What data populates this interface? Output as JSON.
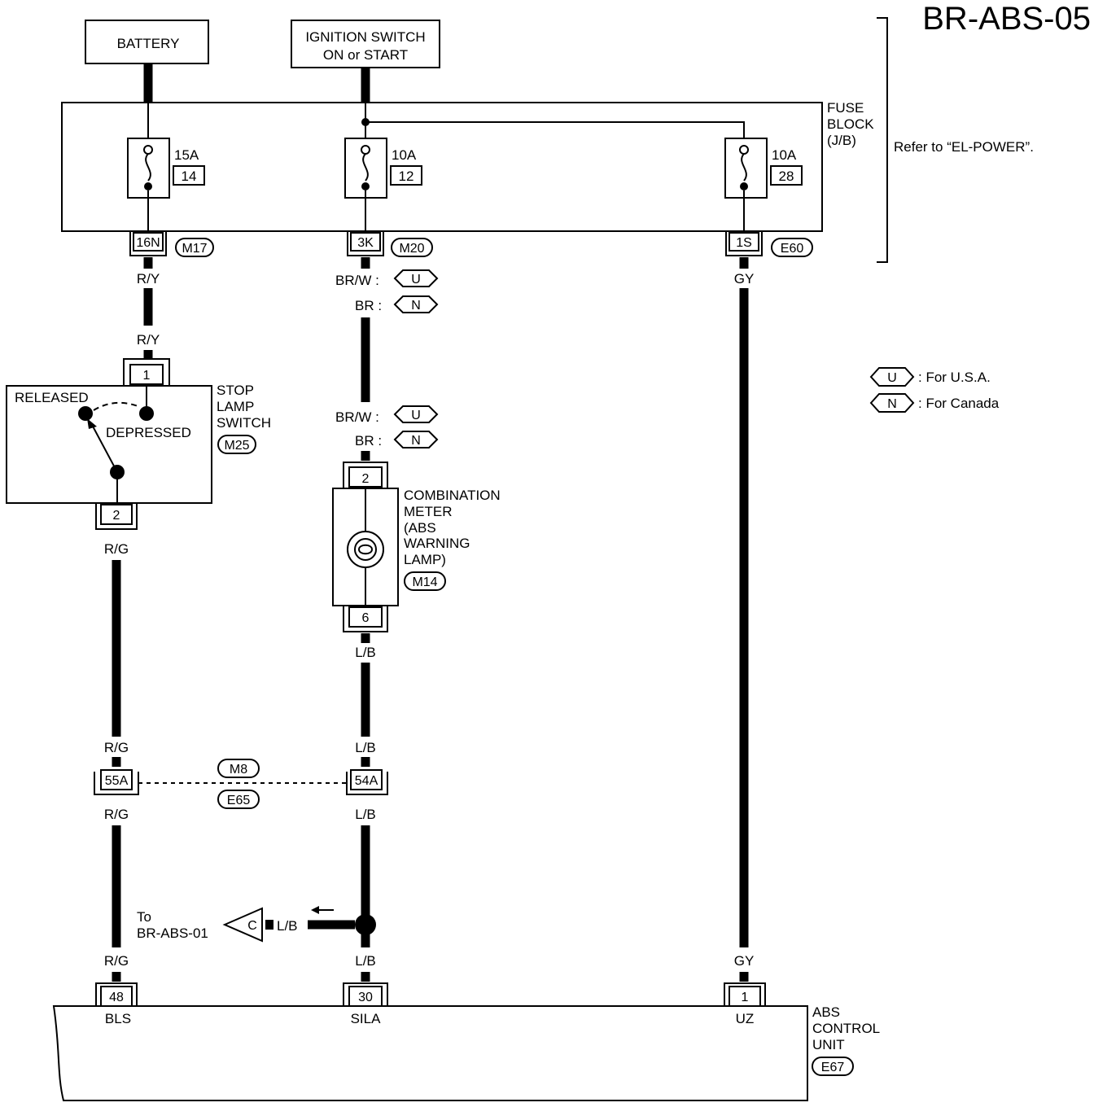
{
  "page_code": "BR-ABS-05",
  "sources": {
    "battery": "BATTERY",
    "ignition_line1": "IGNITION SWITCH",
    "ignition_line2": "ON or START"
  },
  "fuse_block": {
    "label_line1": "FUSE",
    "label_line2": "BLOCK",
    "label_line3": "(J/B)",
    "refer_note": "Refer to “EL-POWER”.",
    "fuses": [
      {
        "rating": "15A",
        "number": "14"
      },
      {
        "rating": "10A",
        "number": "12"
      },
      {
        "rating": "10A",
        "number": "28"
      }
    ],
    "terminals": [
      {
        "pin": "16N",
        "connector": "M17"
      },
      {
        "pin": "3K",
        "connector": "M20"
      },
      {
        "pin": "1S",
        "connector": "E60"
      }
    ]
  },
  "wires": {
    "ry": "R/Y",
    "rg": "R/G",
    "brw": "BR/W :",
    "br": "BR :",
    "lb": "L/B",
    "gy": "GY"
  },
  "region_codes": {
    "usa_code": "U",
    "canada_code": "N",
    "usa_text": ": For U.S.A.",
    "canada_text": ": For Canada"
  },
  "stop_lamp_switch": {
    "line1": "STOP",
    "line2": "LAMP",
    "line3": "SWITCH",
    "connector": "M25",
    "pin_in": "1",
    "pin_out": "2",
    "released": "RELEASED",
    "depressed": "DEPRESSED"
  },
  "combination_meter": {
    "line1": "COMBINATION",
    "line2": "METER",
    "line3": "(ABS",
    "line4": "WARNING",
    "line5": "LAMP)",
    "connector": "M14",
    "pin_in": "2",
    "pin_out": "6"
  },
  "joint_connector": {
    "left_pin": "55A",
    "right_pin": "54A",
    "connector_top": "M8",
    "connector_bottom": "E65"
  },
  "branch": {
    "to_line1": "To",
    "to_line2": "BR-ABS-01",
    "flag": "C",
    "wire": "L/B"
  },
  "abs_unit": {
    "line1": "ABS",
    "line2": "CONTROL",
    "line3": "UNIT",
    "connector": "E67",
    "pins": [
      {
        "pin": "48",
        "name": "BLS"
      },
      {
        "pin": "30",
        "name": "SILA"
      },
      {
        "pin": "1",
        "name": "UZ"
      }
    ]
  }
}
